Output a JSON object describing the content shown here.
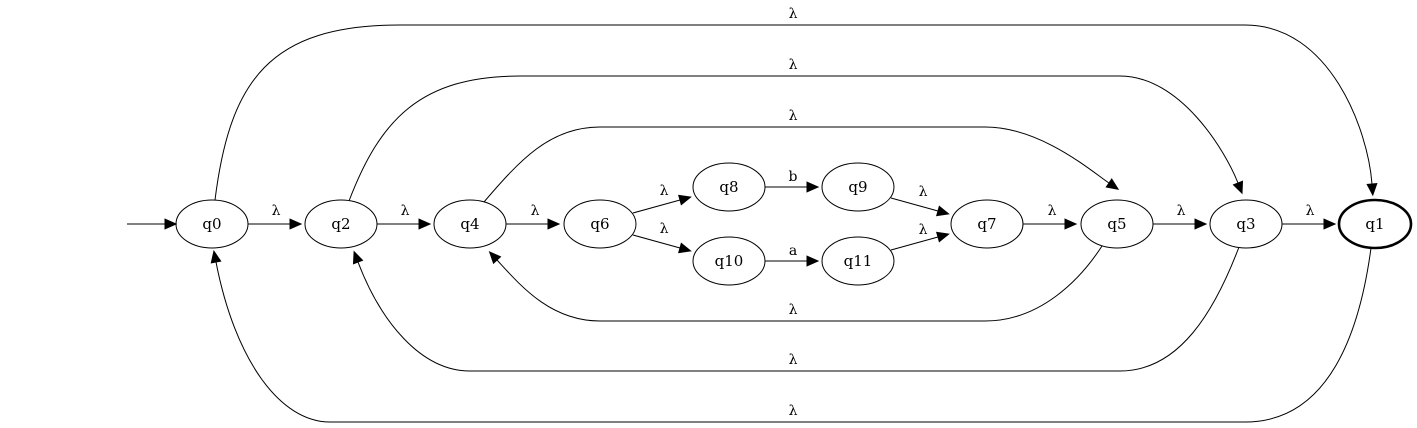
{
  "automaton": {
    "states": [
      {
        "id": "q0",
        "label": "q0",
        "accepting": false,
        "initial": true
      },
      {
        "id": "q1",
        "label": "q1",
        "accepting": true,
        "initial": false
      },
      {
        "id": "q2",
        "label": "q2",
        "accepting": false,
        "initial": false
      },
      {
        "id": "q3",
        "label": "q3",
        "accepting": false,
        "initial": false
      },
      {
        "id": "q4",
        "label": "q4",
        "accepting": false,
        "initial": false
      },
      {
        "id": "q5",
        "label": "q5",
        "accepting": false,
        "initial": false
      },
      {
        "id": "q6",
        "label": "q6",
        "accepting": false,
        "initial": false
      },
      {
        "id": "q7",
        "label": "q7",
        "accepting": false,
        "initial": false
      },
      {
        "id": "q8",
        "label": "q8",
        "accepting": false,
        "initial": false
      },
      {
        "id": "q9",
        "label": "q9",
        "accepting": false,
        "initial": false
      },
      {
        "id": "q10",
        "label": "q10",
        "accepting": false,
        "initial": false
      },
      {
        "id": "q11",
        "label": "q11",
        "accepting": false,
        "initial": false
      }
    ],
    "transitions": [
      {
        "id": "t0",
        "from": "q0",
        "to": "q2",
        "symbol": "λ"
      },
      {
        "id": "t1",
        "from": "q2",
        "to": "q4",
        "symbol": "λ"
      },
      {
        "id": "t2",
        "from": "q4",
        "to": "q6",
        "symbol": "λ"
      },
      {
        "id": "t3",
        "from": "q6",
        "to": "q8",
        "symbol": "λ"
      },
      {
        "id": "t4",
        "from": "q6",
        "to": "q10",
        "symbol": "λ"
      },
      {
        "id": "t5",
        "from": "q8",
        "to": "q9",
        "symbol": "b"
      },
      {
        "id": "t6",
        "from": "q10",
        "to": "q11",
        "symbol": "a"
      },
      {
        "id": "t7",
        "from": "q9",
        "to": "q7",
        "symbol": "λ"
      },
      {
        "id": "t8",
        "from": "q11",
        "to": "q7",
        "symbol": "λ"
      },
      {
        "id": "t9",
        "from": "q7",
        "to": "q5",
        "symbol": "λ"
      },
      {
        "id": "t10",
        "from": "q5",
        "to": "q3",
        "symbol": "λ"
      },
      {
        "id": "t11",
        "from": "q3",
        "to": "q1",
        "symbol": "λ"
      },
      {
        "id": "t12",
        "from": "q0",
        "to": "q1",
        "symbol": "λ"
      },
      {
        "id": "t13",
        "from": "q2",
        "to": "q3",
        "symbol": "λ"
      },
      {
        "id": "t14",
        "from": "q4",
        "to": "q5",
        "symbol": "λ"
      },
      {
        "id": "t15",
        "from": "q5",
        "to": "q4",
        "symbol": "λ"
      },
      {
        "id": "t16",
        "from": "q3",
        "to": "q2",
        "symbol": "λ"
      },
      {
        "id": "t17",
        "from": "q1",
        "to": "q0",
        "symbol": "λ"
      }
    ]
  }
}
